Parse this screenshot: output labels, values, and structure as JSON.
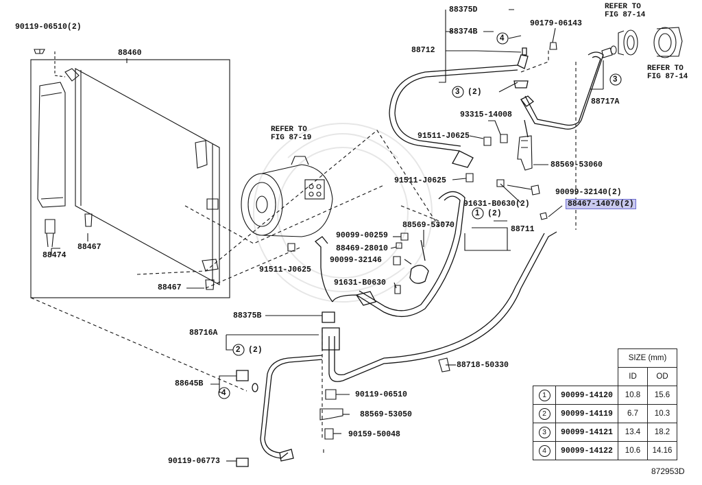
{
  "labels": {
    "p_90119_06510_2": "90119-06510(2)",
    "p_88460": "88460",
    "p_88375D": "88375D",
    "p_88374B": "88374B",
    "p_88712": "88712",
    "p_90179_06143": "90179-06143",
    "p_88717A": "88717A",
    "p_93315_14008": "93315-14008",
    "p_91511_J0625_a": "91511-J0625",
    "p_88569_53060": "88569-53060",
    "p_91511_J0625_b": "91511-J0625",
    "p_90099_32140_2": "90099-32140(2)",
    "p_91631_B0630_2": "91631-B0630(2)",
    "p_88467_14070_2": "88467-14070(2)",
    "p_88569_53070": "88569-53070",
    "p_88711": "88711",
    "p_90099_00259": "90099-00259",
    "p_88469_28010": "88469-28010",
    "p_90099_32146": "90099-32146",
    "p_91511_J0625_c": "91511-J0625",
    "p_91631_B0630": "91631-B0630",
    "p_88474": "88474",
    "p_88467_a": "88467",
    "p_88467_b": "88467",
    "p_88375B": "88375B",
    "p_88716A": "88716A",
    "p_88718_50330": "88718-50330",
    "p_88645B": "88645B",
    "p_90119_06510": "90119-06510",
    "p_88569_53050": "88569-53050",
    "p_90159_50048": "90159-50048",
    "p_90119_06773": "90119-06773"
  },
  "callouts": {
    "c1_qty": "(2)",
    "c2_qty": "(2)",
    "c3_qty": "(2)",
    "c1": "1",
    "c2": "2",
    "c3": "3",
    "c3b": "3",
    "c4": "4",
    "c4b": "4"
  },
  "refs": {
    "ref_compressor": "REFER TO\nFIG 87-19",
    "ref_top": "REFER TO\nFIG 87-14",
    "ref_right": "REFER TO\nFIG 87-14"
  },
  "size_table": {
    "header_size": "SIZE (mm)",
    "header_id": "ID",
    "header_od": "OD",
    "rows": [
      {
        "no": "1",
        "part": "90099-14120",
        "id": "10.8",
        "od": "15.6"
      },
      {
        "no": "2",
        "part": "90099-14119",
        "id": "6.7",
        "od": "10.3"
      },
      {
        "no": "3",
        "part": "90099-14121",
        "id": "13.4",
        "od": "18.2"
      },
      {
        "no": "4",
        "part": "90099-14122",
        "id": "10.6",
        "od": "14.16"
      }
    ]
  },
  "figure_code": "872953D"
}
